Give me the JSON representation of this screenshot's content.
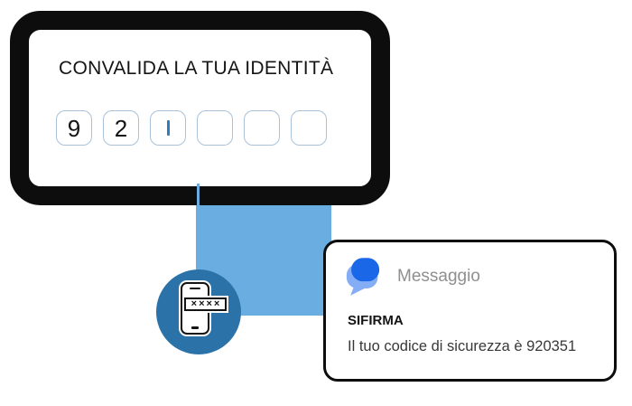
{
  "device_screen": {
    "title": "CONVALIDA LA TUA IDENTITÀ",
    "otp_boxes": [
      {
        "value": "9"
      },
      {
        "value": "2"
      },
      {
        "value": "",
        "focused": true
      },
      {
        "value": ""
      },
      {
        "value": ""
      },
      {
        "value": ""
      }
    ]
  },
  "phone_badge": {
    "masked_code": "××××"
  },
  "sms_notification": {
    "app_name": "Messaggio",
    "sender": "SIFIRMA",
    "message": "Il tuo codice di sicurezza è 920351"
  },
  "colors": {
    "frame_black": "#0D0D0D",
    "accent_light_blue": "#69ADE1",
    "accent_dark_blue": "#2B72A9",
    "otp_border": "#A9C2D9",
    "cursor_blue": "#2E7CBA",
    "messages_icon_dark": "#1A67E8",
    "messages_icon_light": "#84ADF6",
    "app_name_gray": "#8F8F8F",
    "body_text": "#383838",
    "ink": "#141414"
  }
}
